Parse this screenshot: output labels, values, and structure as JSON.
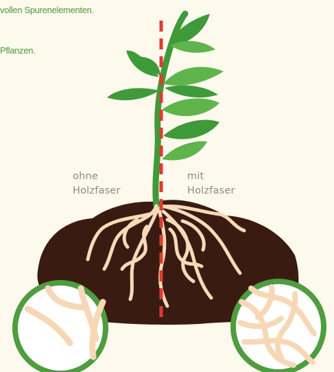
{
  "intro": {
    "line1": "vollen Spurenelementen.",
    "line2": "Pflanzen."
  },
  "labels": {
    "left": [
      "ohne",
      "Holzfaser"
    ],
    "right": [
      "mit",
      "Holzfaser"
    ]
  },
  "colors": {
    "background": "#fdf9ec",
    "soil": "#3a1b12",
    "leaf": "#3f9a3a",
    "leaf_light": "#5fb44b",
    "root": "#f7dbb8",
    "circle_ring": "#4e9d3f",
    "divider": "#e03a2f",
    "label": "#8a8a86",
    "text": "#4a9a3c"
  }
}
